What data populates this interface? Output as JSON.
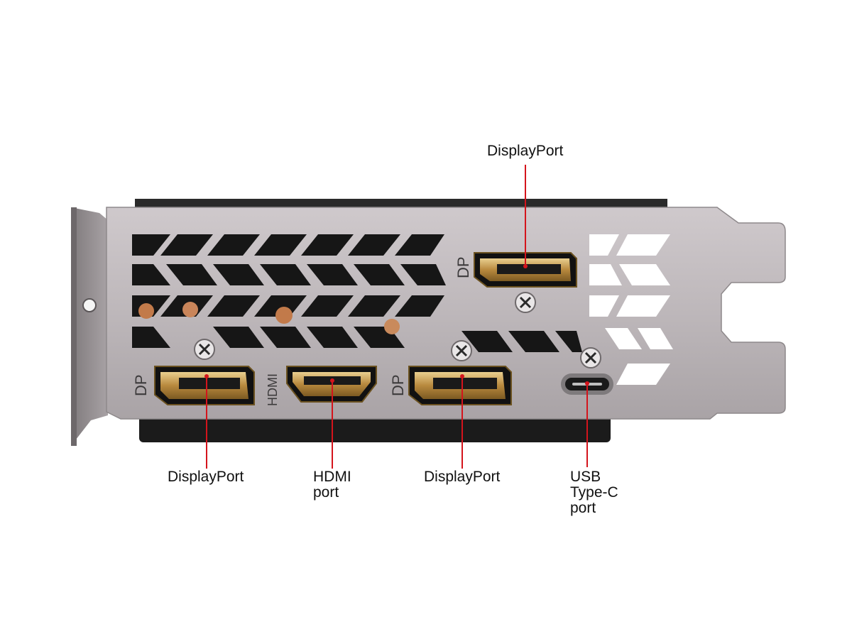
{
  "bracket": {
    "engraved": {
      "dp_top": "DP",
      "dp_left": "DP",
      "hdmi": "HDMI",
      "dp_mid": "DP"
    }
  },
  "callouts": {
    "top_dp": [
      "DisplayPort"
    ],
    "left_dp": [
      "DisplayPort"
    ],
    "hdmi": [
      "HDMI",
      "port"
    ],
    "mid_dp": [
      "DisplayPort"
    ],
    "usbc": [
      "USB",
      "Type-C",
      "port"
    ]
  },
  "colors": {
    "leader": "#d4141c",
    "bracket": "#b9b3b6",
    "connector_gold": "#c8a25a"
  }
}
